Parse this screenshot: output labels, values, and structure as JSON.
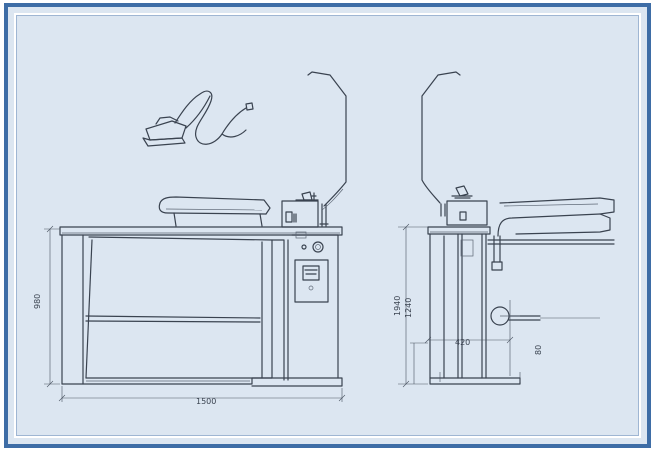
{
  "colors": {
    "frame_border": "#3e6da6",
    "background": "#dce6f1",
    "line": "#3a4350"
  },
  "dimensions": {
    "front_height": "980",
    "front_width": "1500",
    "side_height_total": "1940",
    "side_height_mid": "1240",
    "side_depth": "420",
    "side_base": "80"
  }
}
